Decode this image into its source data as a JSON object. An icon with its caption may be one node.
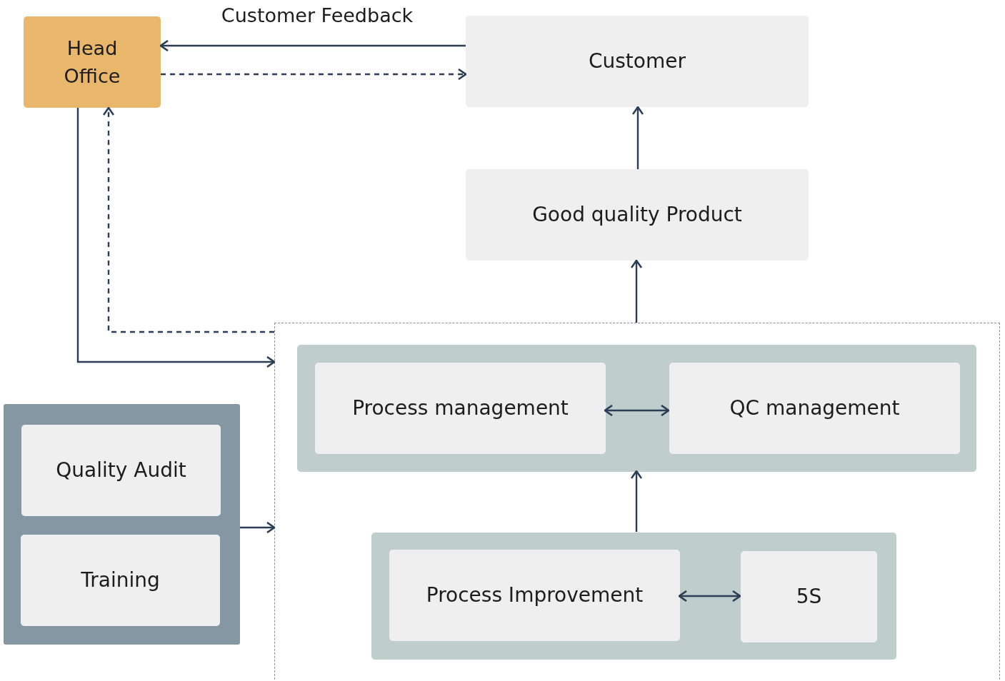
{
  "diagram": {
    "nodes": [
      {
        "text": [
          "Head Office"
        ]
      },
      {
        "text": [
          "Customer"
        ]
      },
      {
        "text": [
          "Good quality Product"
        ]
      },
      {
        "text": [],
        "shape": "box"
      },
      {
        "text": [],
        "shape": "box",
        "in": 3
      },
      {
        "text": [
          "Process management"
        ],
        "in": 4
      },
      {
        "text": [
          "QC management"
        ],
        "in": 4
      },
      {
        "text": [],
        "shape": "box",
        "in": 3
      },
      {
        "text": [
          "Process Improvement"
        ],
        "in": 7
      },
      {
        "text": [
          "5S"
        ],
        "in": 7
      },
      {
        "text": [],
        "shape": "box"
      },
      {
        "text": [
          "Quality Audit"
        ],
        "in": 10
      },
      {
        "text": [
          "Training"
        ],
        "in": 10
      }
    ],
    "edges": [
      {
        "from": 1,
        "to": 0,
        "arrow": "to",
        "label": "Customer Feedback"
      },
      {
        "from": 0,
        "to": 1,
        "arrow": "to",
        "style": "dashed"
      },
      {
        "from": 2,
        "to": 1,
        "arrow": "to"
      },
      {
        "from": 3,
        "to": 2,
        "arrow": "to"
      },
      {
        "from": 0,
        "to": 3,
        "arrow": "to"
      },
      {
        "from": 3,
        "to": 0,
        "arrow": "to",
        "style": "dashed"
      },
      {
        "from": 5,
        "to": 6,
        "arrow": "both"
      },
      {
        "from": 7,
        "to": 4,
        "arrow": "to"
      },
      {
        "from": 8,
        "to": 9,
        "arrow": "both"
      },
      {
        "from": 10,
        "to": 3,
        "arrow": "to"
      }
    ]
  }
}
